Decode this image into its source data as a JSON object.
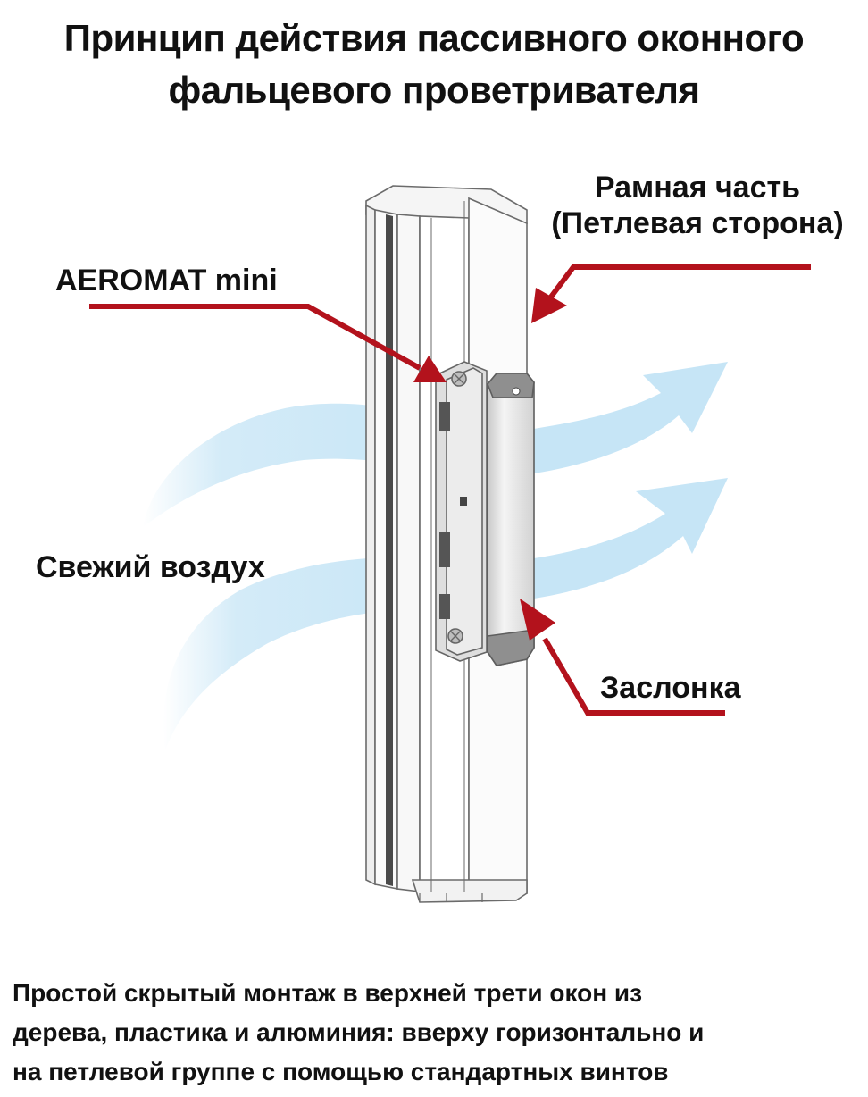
{
  "title": {
    "line1": "Принцип действия пассивного оконного",
    "line2": "фальцевого проветривателя"
  },
  "labels": {
    "frame_line1": "Рамная часть",
    "frame_line2": "(Петлевая сторона)",
    "aeromat": "AEROMAT mini",
    "fresh_air": "Свежий воздух",
    "flap": "Заслонка"
  },
  "caption": {
    "line1": "Простой скрытый монтаж в верхней трети окон из",
    "line2": "дерева, пластика и алюминия: вверху горизонтально и",
    "line3": "на петлевой группе с помощью стандартных винтов"
  },
  "colors": {
    "arrow_red": "#b3121c",
    "airflow_blue": "#cfe9f7",
    "frame_stroke": "#6b6b6b"
  }
}
